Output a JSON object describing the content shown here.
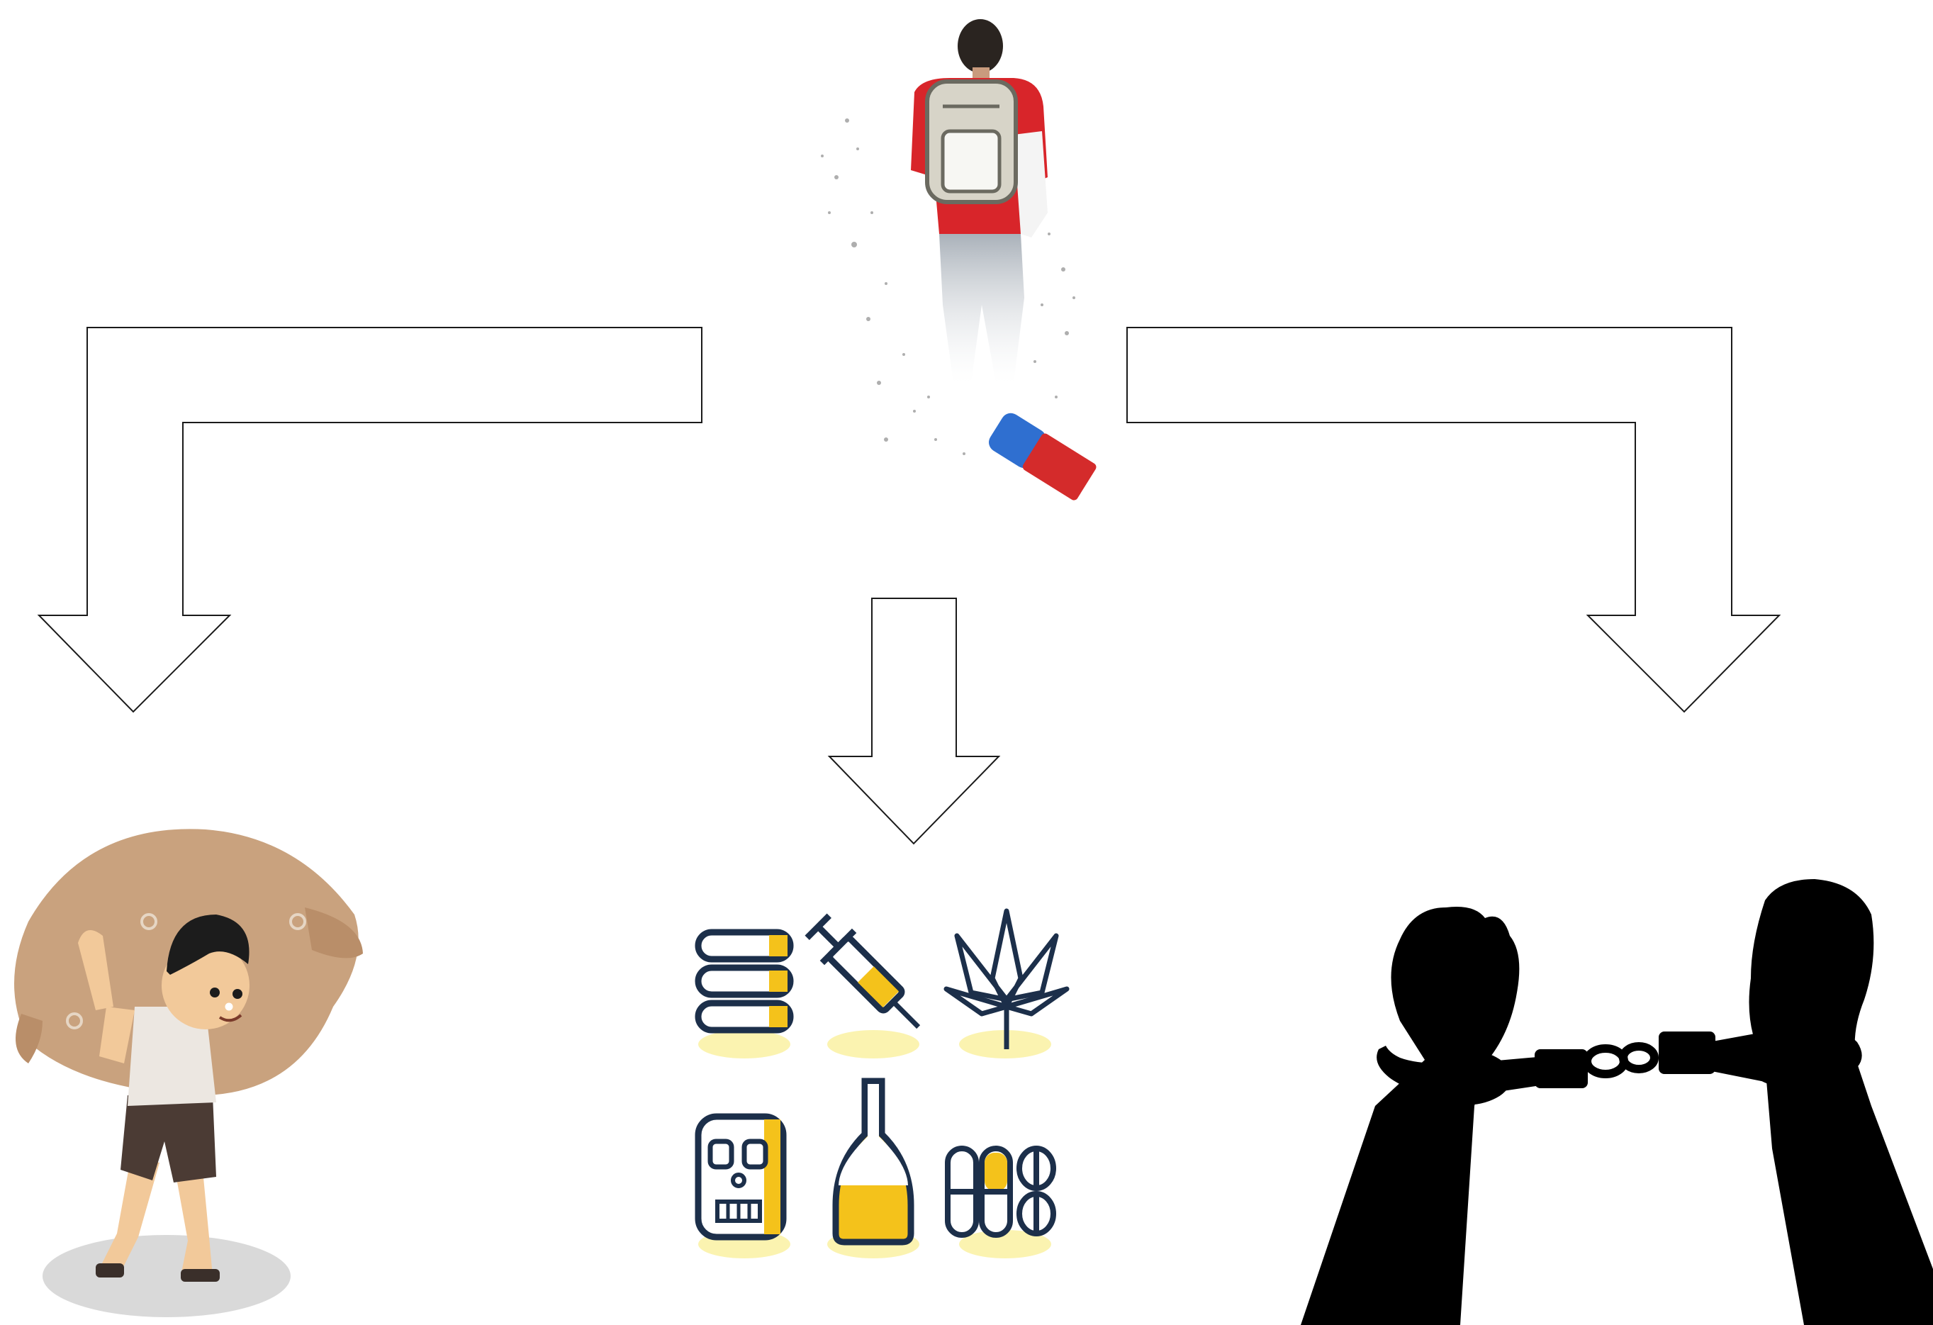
{
  "diagram": {
    "source_figure": {
      "icon": "student-with-backpack-walking-away-icon"
    },
    "arrows": [
      {
        "name": "arrow-left",
        "direction": "left-down"
      },
      {
        "name": "arrow-center",
        "direction": "down"
      },
      {
        "name": "arrow-right",
        "direction": "right-down"
      }
    ],
    "outcomes": [
      {
        "name": "child-labour",
        "icon": "boy-carrying-sack-icon"
      },
      {
        "name": "substance-abuse",
        "icon": "drug-and-alcohol-icons-grid",
        "sub_icons": [
          "cigarettes-icon",
          "syringe-icon",
          "cannabis-leaf-icon",
          "skull-poison-icon",
          "bottle-icon",
          "pills-icon"
        ]
      },
      {
        "name": "crime",
        "icon": "handcuffed-hands-icon"
      }
    ]
  },
  "colors": {
    "outline": "#1a1a1a",
    "accent_yellow": "#f4c21b",
    "navy": "#1c2f4a",
    "pale_yellow": "#fbf3b0",
    "shirt_red": "#d8252a",
    "sack_tan": "#c9a27e",
    "skin": "#f2c99a",
    "silhouette": "#000000"
  }
}
